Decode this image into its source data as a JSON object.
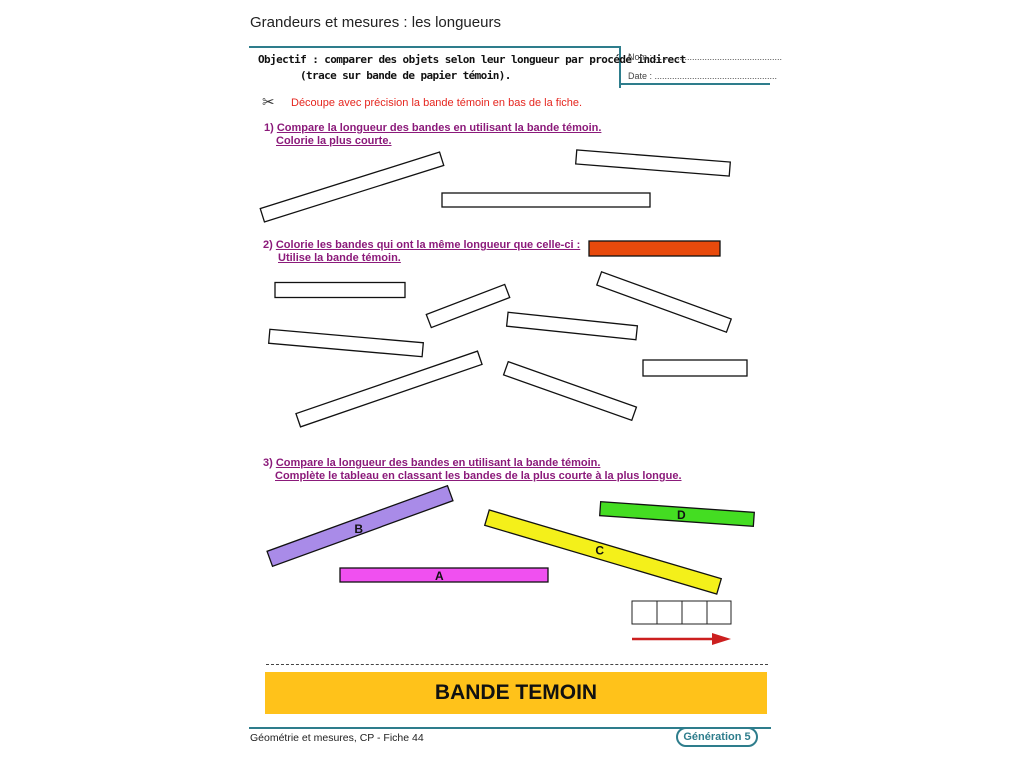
{
  "header": {
    "title": "Grandeurs et mesures : les longueurs",
    "objective_line1": "Objectif : comparer des objets selon leur longueur par procédé indirect",
    "objective_line2": "(trace sur bande de papier témoin).",
    "name_field": "Nom : ...................................................",
    "date_field": "Date : ................................................."
  },
  "instruction": {
    "icon": "scissors-icon",
    "text": "Découpe avec précision la bande témoin en bas de la fiche."
  },
  "questions": [
    {
      "number": "1)",
      "line1": "Compare la longueur des bandes en utilisant la bande témoin.",
      "line2": "Colorie la plus courte."
    },
    {
      "number": "2)",
      "line1": "Colorie les bandes qui ont la même longueur que celle-ci :",
      "line2": "Utilise la bande témoin."
    },
    {
      "number": "3)",
      "line1": "Compare la longueur des bandes en utilisant la bande témoin.",
      "line2": "Complète le tableau en classant les bandes de la plus courte à la plus longue."
    }
  ],
  "bands": {
    "A": "A",
    "B": "B",
    "C": "C",
    "D": "D"
  },
  "colors": {
    "accent": "#2e7d8c",
    "question_text": "#8b1a7a",
    "instruction_text": "#e5261f",
    "reference_band": "#e84a0c",
    "band_A": "#f050f0",
    "band_B": "#a98be8",
    "band_C": "#f4f01a",
    "band_D": "#44dd22",
    "witness_band": "#ffc21a",
    "arrow": "#cc1f1f"
  },
  "ranking_table": {
    "cells": [
      "",
      "",
      "",
      ""
    ]
  },
  "witness": {
    "label": "BANDE TEMOIN"
  },
  "footer": {
    "text": "Géométrie et mesures, CP - Fiche 44",
    "brand": "Génération 5"
  }
}
